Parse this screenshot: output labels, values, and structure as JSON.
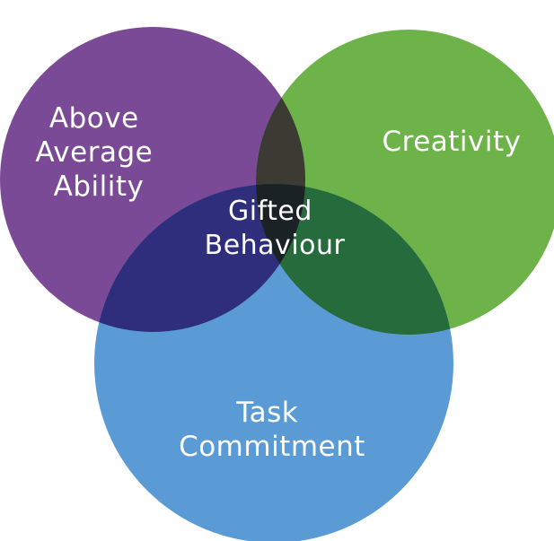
{
  "diagram": {
    "type": "venn",
    "sets": [
      {
        "id": "ability",
        "lines": [
          "Above",
          "Average",
          "Ability"
        ],
        "color": "#7b4a96"
      },
      {
        "id": "creativity",
        "lines": [
          "Creativity"
        ],
        "color": "#6db34a"
      },
      {
        "id": "commitment",
        "lines": [
          "Task",
          "Commitment"
        ],
        "color": "#5b9bd5"
      }
    ],
    "intersections": [
      {
        "id": "ability-creativity",
        "color": "#3b3b33"
      },
      {
        "id": "ability-commitment",
        "color": "#2f2e7c"
      },
      {
        "id": "creativity-commitment",
        "color": "#256b3c"
      }
    ],
    "center": {
      "lines": [
        "Gifted",
        "Behaviour"
      ],
      "color": "#1b2226"
    }
  }
}
